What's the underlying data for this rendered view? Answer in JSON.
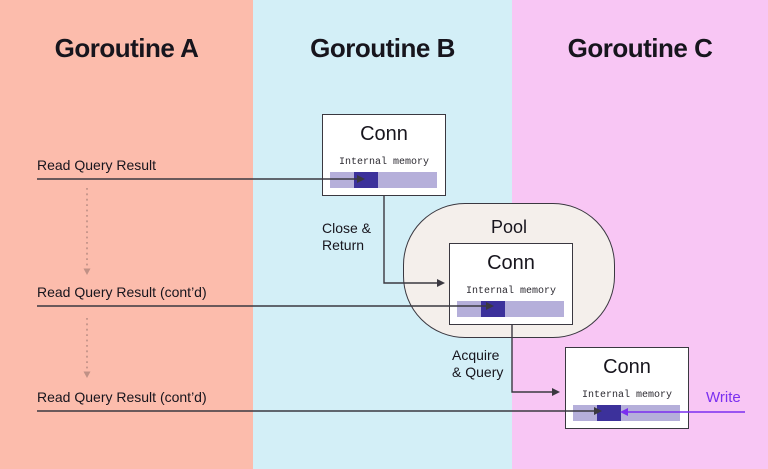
{
  "lanes": [
    {
      "label": "Goroutine A",
      "color": "#fcbcac"
    },
    {
      "label": "Goroutine B",
      "color": "#d3eff7"
    },
    {
      "label": "Goroutine C",
      "color": "#f8c6f4"
    }
  ],
  "pool": {
    "label": "Pool",
    "bg": "#f4efeb"
  },
  "conn_boxes": {
    "goroutine_b": {
      "title": "Conn",
      "memory_label": "Internal memory"
    },
    "pool": {
      "title": "Conn",
      "memory_label": "Internal memory"
    },
    "goroutine_c": {
      "title": "Conn",
      "memory_label": "Internal memory"
    }
  },
  "flow": {
    "read_1": "Read Query Result",
    "read_2": "Read Query Result (cont’d)",
    "read_3": "Read Query Result (cont’d)",
    "close_return": "Close &\nReturn",
    "acquire_query": "Acquire\n& Query",
    "write": "Write"
  },
  "colors": {
    "memory_track": "#b5afda",
    "memory_segment": "#3c319b",
    "write_accent": "#7a2ff0",
    "line": "#3a3840",
    "dotted_line": "#c09186"
  }
}
